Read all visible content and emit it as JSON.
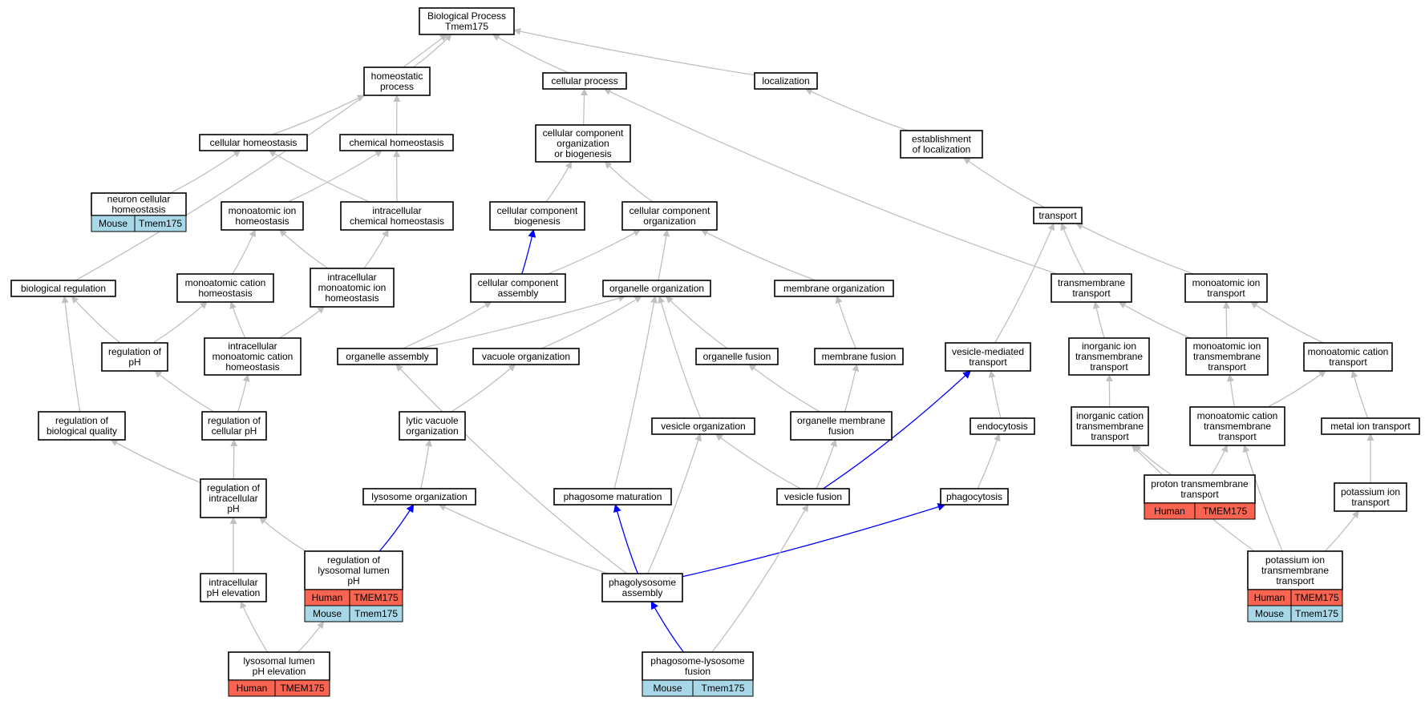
{
  "colors": {
    "edge_gray": "#c0c0c0",
    "edge_blue": "#0000ff",
    "human": "#fa6450",
    "mouse": "#a8d8e8"
  },
  "nodes": [
    {
      "id": "bp",
      "lines": [
        "Biological Process",
        "Tmem175"
      ]
    },
    {
      "id": "homeo",
      "lines": [
        "homeostatic",
        "process"
      ]
    },
    {
      "id": "cellproc",
      "lines": [
        "cellular process"
      ]
    },
    {
      "id": "local",
      "lines": [
        "localization"
      ]
    },
    {
      "id": "cellhomeo",
      "lines": [
        "cellular homeostasis"
      ]
    },
    {
      "id": "chemhomeo",
      "lines": [
        "chemical homeostasis"
      ]
    },
    {
      "id": "ccob",
      "lines": [
        "cellular component",
        "organization",
        "or biogenesis"
      ]
    },
    {
      "id": "estloc",
      "lines": [
        "establishment",
        "of localization"
      ]
    },
    {
      "id": "neuron",
      "lines": [
        "neuron cellular",
        "homeostasis"
      ],
      "ann": [
        [
          "Mouse",
          "Tmem175"
        ]
      ]
    },
    {
      "id": "maihomeo",
      "lines": [
        "monoatomic ion",
        "homeostasis"
      ]
    },
    {
      "id": "intchem",
      "lines": [
        "intracellular",
        "chemical homeostasis"
      ]
    },
    {
      "id": "ccbio",
      "lines": [
        "cellular component",
        "biogenesis"
      ]
    },
    {
      "id": "ccorg",
      "lines": [
        "cellular component",
        "organization"
      ]
    },
    {
      "id": "transport",
      "lines": [
        "transport"
      ]
    },
    {
      "id": "bioreg",
      "lines": [
        "biological regulation"
      ]
    },
    {
      "id": "macathomeo",
      "lines": [
        "monoatomic cation",
        "homeostasis"
      ]
    },
    {
      "id": "intmaihomeo",
      "lines": [
        "intracellular",
        "monoatomic ion",
        "homeostasis"
      ]
    },
    {
      "id": "ccasm",
      "lines": [
        "cellular component",
        "assembly"
      ]
    },
    {
      "id": "orgorg",
      "lines": [
        "organelle organization"
      ]
    },
    {
      "id": "memorg",
      "lines": [
        "membrane organization"
      ]
    },
    {
      "id": "tmtrans",
      "lines": [
        "transmembrane",
        "transport"
      ]
    },
    {
      "id": "maitrans",
      "lines": [
        "monoatomic ion",
        "transport"
      ]
    },
    {
      "id": "regph",
      "lines": [
        "regulation of",
        "pH"
      ]
    },
    {
      "id": "intmacathomeo",
      "lines": [
        "intracellular",
        "monoatomic cation",
        "homeostasis"
      ]
    },
    {
      "id": "orgasm",
      "lines": [
        "organelle assembly"
      ]
    },
    {
      "id": "vacorg",
      "lines": [
        "vacuole organization"
      ]
    },
    {
      "id": "orgfus",
      "lines": [
        "organelle fusion"
      ]
    },
    {
      "id": "memfus",
      "lines": [
        "membrane fusion"
      ]
    },
    {
      "id": "vesmed",
      "lines": [
        "vesicle-mediated",
        "transport"
      ]
    },
    {
      "id": "inorgion",
      "lines": [
        "inorganic ion",
        "transmembrane",
        "transport"
      ]
    },
    {
      "id": "maitm",
      "lines": [
        "monoatomic ion",
        "transmembrane",
        "transport"
      ]
    },
    {
      "id": "macattrans",
      "lines": [
        "monoatomic cation",
        "transport"
      ]
    },
    {
      "id": "regbq",
      "lines": [
        "regulation of",
        "biological quality"
      ]
    },
    {
      "id": "regcellph",
      "lines": [
        "regulation of",
        "cellular pH"
      ]
    },
    {
      "id": "lyticvac",
      "lines": [
        "lytic vacuole",
        "organization"
      ]
    },
    {
      "id": "vesorg",
      "lines": [
        "vesicle organization"
      ]
    },
    {
      "id": "orgmemfus",
      "lines": [
        "organelle membrane",
        "fusion"
      ]
    },
    {
      "id": "endo",
      "lines": [
        "endocytosis"
      ]
    },
    {
      "id": "inorgcat",
      "lines": [
        "inorganic cation",
        "transmembrane",
        "transport"
      ]
    },
    {
      "id": "macattm",
      "lines": [
        "monoatomic cation",
        "transmembrane",
        "transport"
      ]
    },
    {
      "id": "metaltrans",
      "lines": [
        "metal ion transport"
      ]
    },
    {
      "id": "regintph",
      "lines": [
        "regulation of",
        "intracellular",
        "pH"
      ]
    },
    {
      "id": "lysoorg",
      "lines": [
        "lysosome organization"
      ]
    },
    {
      "id": "phagomat",
      "lines": [
        "phagosome maturation"
      ]
    },
    {
      "id": "vesfus",
      "lines": [
        "vesicle fusion"
      ]
    },
    {
      "id": "phagocyt",
      "lines": [
        "phagocytosis"
      ]
    },
    {
      "id": "protontm",
      "lines": [
        "proton transmembrane",
        "transport"
      ],
      "ann": [
        [
          "Human",
          "TMEM175"
        ]
      ]
    },
    {
      "id": "kiontrans",
      "lines": [
        "potassium ion",
        "transport"
      ]
    },
    {
      "id": "intphelev",
      "lines": [
        "intracellular",
        "pH elevation"
      ]
    },
    {
      "id": "reglysoph",
      "lines": [
        "regulation of",
        "lysosomal lumen",
        "pH"
      ],
      "ann": [
        [
          "Human",
          "TMEM175"
        ],
        [
          "Mouse",
          "Tmem175"
        ]
      ]
    },
    {
      "id": "phagolyso",
      "lines": [
        "phagolysosome",
        "assembly"
      ]
    },
    {
      "id": "kiontm",
      "lines": [
        "potassium ion",
        "transmembrane",
        "transport"
      ],
      "ann": [
        [
          "Human",
          "TMEM175"
        ],
        [
          "Mouse",
          "Tmem175"
        ]
      ]
    },
    {
      "id": "lysophelev",
      "lines": [
        "lysosomal lumen",
        "pH elevation"
      ],
      "ann": [
        [
          "Human",
          "TMEM175"
        ]
      ]
    },
    {
      "id": "phagolysofus",
      "lines": [
        "phagosome-lysosome",
        "fusion"
      ],
      "ann": [
        [
          "Mouse",
          "Tmem175"
        ]
      ]
    }
  ],
  "edges": [
    {
      "child": "homeo",
      "parent": "bp",
      "color": "gray"
    },
    {
      "child": "cellproc",
      "parent": "bp",
      "color": "gray"
    },
    {
      "child": "local",
      "parent": "bp",
      "color": "gray"
    },
    {
      "child": "bioreg",
      "parent": "bp",
      "color": "gray"
    },
    {
      "child": "cellhomeo",
      "parent": "homeo",
      "color": "gray"
    },
    {
      "child": "chemhomeo",
      "parent": "homeo",
      "color": "gray"
    },
    {
      "child": "ccob",
      "parent": "cellproc",
      "color": "gray"
    },
    {
      "child": "tmtrans",
      "parent": "cellproc",
      "color": "gray"
    },
    {
      "child": "estloc",
      "parent": "local",
      "color": "gray"
    },
    {
      "child": "neuron",
      "parent": "cellhomeo",
      "color": "gray"
    },
    {
      "child": "intchem",
      "parent": "cellhomeo",
      "color": "gray"
    },
    {
      "child": "maihomeo",
      "parent": "chemhomeo",
      "color": "gray"
    },
    {
      "child": "intchem",
      "parent": "chemhomeo",
      "color": "gray"
    },
    {
      "child": "ccbio",
      "parent": "ccob",
      "color": "gray"
    },
    {
      "child": "ccorg",
      "parent": "ccob",
      "color": "gray"
    },
    {
      "child": "transport",
      "parent": "estloc",
      "color": "gray"
    },
    {
      "child": "macathomeo",
      "parent": "maihomeo",
      "color": "gray"
    },
    {
      "child": "intmaihomeo",
      "parent": "maihomeo",
      "color": "gray"
    },
    {
      "child": "intmaihomeo",
      "parent": "intchem",
      "color": "gray"
    },
    {
      "child": "ccasm",
      "parent": "ccbio",
      "color": "blue"
    },
    {
      "child": "ccasm",
      "parent": "ccorg",
      "color": "gray"
    },
    {
      "child": "orgorg",
      "parent": "ccorg",
      "color": "gray"
    },
    {
      "child": "memorg",
      "parent": "ccorg",
      "color": "gray"
    },
    {
      "child": "tmtrans",
      "parent": "transport",
      "color": "gray"
    },
    {
      "child": "maitrans",
      "parent": "transport",
      "color": "gray"
    },
    {
      "child": "vesmed",
      "parent": "transport",
      "color": "gray"
    },
    {
      "child": "regbq",
      "parent": "bioreg",
      "color": "gray"
    },
    {
      "child": "regph",
      "parent": "bioreg",
      "color": "gray"
    },
    {
      "child": "regph",
      "parent": "macathomeo",
      "color": "gray"
    },
    {
      "child": "intmacathomeo",
      "parent": "macathomeo",
      "color": "gray"
    },
    {
      "child": "intmacathomeo",
      "parent": "intmaihomeo",
      "color": "gray"
    },
    {
      "child": "orgasm",
      "parent": "ccasm",
      "color": "gray"
    },
    {
      "child": "orgasm",
      "parent": "orgorg",
      "color": "gray"
    },
    {
      "child": "vacorg",
      "parent": "orgorg",
      "color": "gray"
    },
    {
      "child": "orgfus",
      "parent": "orgorg",
      "color": "gray"
    },
    {
      "child": "vesorg",
      "parent": "orgorg",
      "color": "gray"
    },
    {
      "child": "phagomat",
      "parent": "orgorg",
      "color": "gray"
    },
    {
      "child": "memfus",
      "parent": "memorg",
      "color": "gray"
    },
    {
      "child": "inorgion",
      "parent": "tmtrans",
      "color": "gray"
    },
    {
      "child": "maitm",
      "parent": "tmtrans",
      "color": "gray"
    },
    {
      "child": "maitm",
      "parent": "maitrans",
      "color": "gray"
    },
    {
      "child": "macattrans",
      "parent": "maitrans",
      "color": "gray"
    },
    {
      "child": "regcellph",
      "parent": "regph",
      "color": "gray"
    },
    {
      "child": "regcellph",
      "parent": "intmacathomeo",
      "color": "gray"
    },
    {
      "child": "lyticvac",
      "parent": "vacorg",
      "color": "gray"
    },
    {
      "child": "orgmemfus",
      "parent": "orgfus",
      "color": "gray"
    },
    {
      "child": "orgmemfus",
      "parent": "memfus",
      "color": "gray"
    },
    {
      "child": "endo",
      "parent": "vesmed",
      "color": "gray"
    },
    {
      "child": "inorgcat",
      "parent": "inorgion",
      "color": "gray"
    },
    {
      "child": "macattm",
      "parent": "maitm",
      "color": "gray"
    },
    {
      "child": "macattm",
      "parent": "macattrans",
      "color": "gray"
    },
    {
      "child": "metaltrans",
      "parent": "macattrans",
      "color": "gray"
    },
    {
      "child": "regintph",
      "parent": "regbq",
      "color": "gray"
    },
    {
      "child": "regintph",
      "parent": "regcellph",
      "color": "gray"
    },
    {
      "child": "lysoorg",
      "parent": "lyticvac",
      "color": "gray"
    },
    {
      "child": "vesfus",
      "parent": "vesorg",
      "color": "gray"
    },
    {
      "child": "vesfus",
      "parent": "orgmemfus",
      "color": "gray"
    },
    {
      "child": "vesfus",
      "parent": "vesmed",
      "color": "blue"
    },
    {
      "child": "phagocyt",
      "parent": "endo",
      "color": "gray"
    },
    {
      "child": "protontm",
      "parent": "inorgcat",
      "color": "gray"
    },
    {
      "child": "protontm",
      "parent": "macattm",
      "color": "gray"
    },
    {
      "child": "kiontrans",
      "parent": "metaltrans",
      "color": "gray"
    },
    {
      "child": "intphelev",
      "parent": "regintph",
      "color": "gray"
    },
    {
      "child": "reglysoph",
      "parent": "regintph",
      "color": "gray"
    },
    {
      "child": "reglysoph",
      "parent": "lysoorg",
      "color": "blue"
    },
    {
      "child": "phagolyso",
      "parent": "orgasm",
      "color": "gray"
    },
    {
      "child": "phagolyso",
      "parent": "lysoorg",
      "color": "gray"
    },
    {
      "child": "phagolyso",
      "parent": "phagomat",
      "color": "blue"
    },
    {
      "child": "phagolyso",
      "parent": "vesorg",
      "color": "gray"
    },
    {
      "child": "phagolyso",
      "parent": "phagocyt",
      "color": "blue"
    },
    {
      "child": "kiontm",
      "parent": "inorgcat",
      "color": "gray"
    },
    {
      "child": "kiontm",
      "parent": "macattm",
      "color": "gray"
    },
    {
      "child": "kiontm",
      "parent": "kiontrans",
      "color": "gray"
    },
    {
      "child": "lysophelev",
      "parent": "intphelev",
      "color": "gray"
    },
    {
      "child": "lysophelev",
      "parent": "reglysoph",
      "color": "gray"
    },
    {
      "child": "phagolysofus",
      "parent": "phagolyso",
      "color": "blue"
    },
    {
      "child": "phagolysofus",
      "parent": "vesfus",
      "color": "gray"
    }
  ]
}
